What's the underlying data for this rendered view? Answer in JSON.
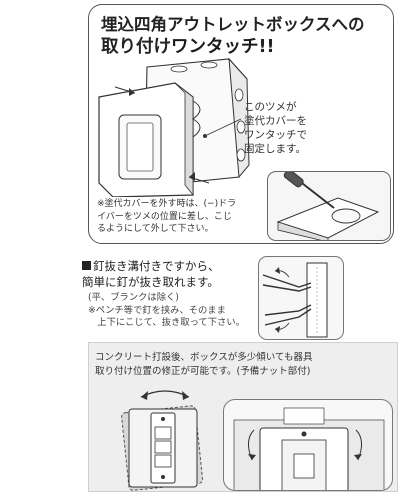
{
  "panel1": {
    "title_line1": "埋込四角アウトレットボックスへの",
    "title_line2_prefix": "取り付け",
    "title_line2_highlight": "ワンタッチ",
    "title_line2_suffix": "!!",
    "callout": "このツメが\n塗代カバーを\nワンタッチで\n固定します。",
    "note": "※塗代カバーを外す時は、(−)ドラ\nイバーをツメの位置に差し、こじ\nるようにして外して下さい。"
  },
  "panel2": {
    "heading": "釘抜き溝付きですから、\n簡単に釘が抜き取れます。",
    "sub": "(平、ブランクは除く)\n※ペンチ等で釘を挟み、そのまま\n　上下にこじて、抜き取って下さい。"
  },
  "panel3": {
    "text": "コンクリート打設後、ボックスが多少傾いても器具\n取り付け位置の修正が可能です。(予備ナット部付)"
  },
  "colors": {
    "border": "#555555",
    "panel3_bg": "#eeeeee",
    "text": "#222222"
  }
}
